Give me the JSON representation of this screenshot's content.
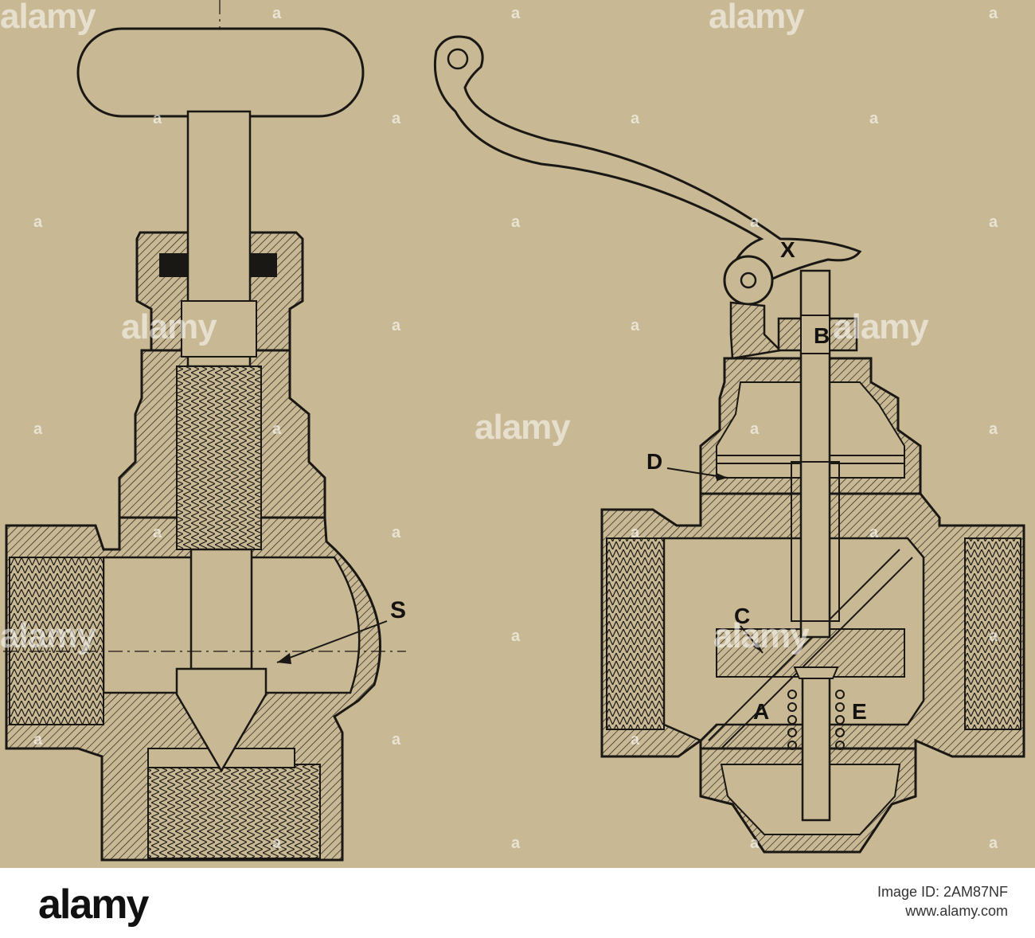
{
  "labels": {
    "s": "S",
    "x": "X",
    "b": "B",
    "d": "D",
    "c": "C",
    "a": "A",
    "e": "E"
  },
  "watermark": {
    "brand": "alamy",
    "mark": "a"
  },
  "footer": {
    "logo": "alamy",
    "image_id_line": "Image ID: 2AM87NF",
    "site": "www.alamy.com"
  },
  "colors": {
    "paper": "#c8b893",
    "ink": "#1a1814",
    "footer_bg": "#ffffff"
  }
}
